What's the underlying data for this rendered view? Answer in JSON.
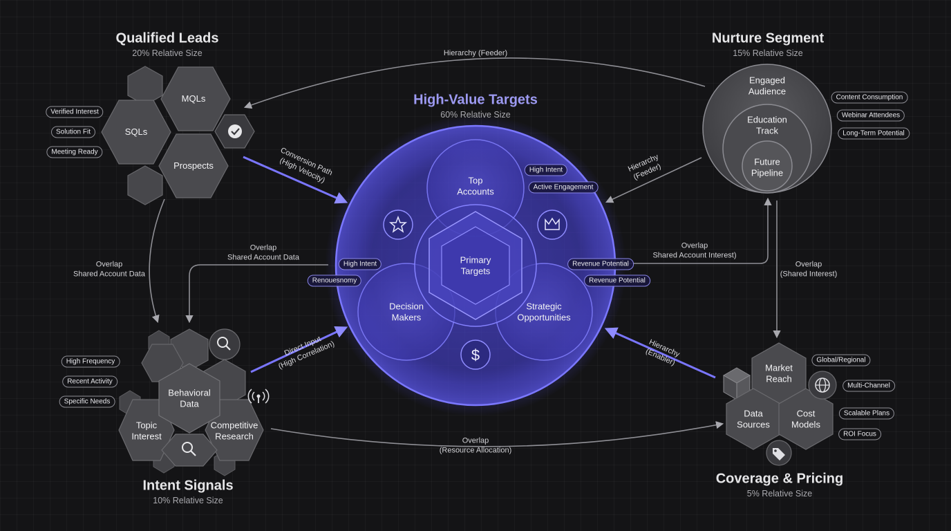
{
  "high_value": {
    "title": "High-Value Targets",
    "subtitle": "60% Relative Size",
    "nodes": {
      "top_accounts": "Top\nAccounts",
      "primary_targets": "Primary\nTargets",
      "decision_makers": "Decision\nMakers",
      "strategic": "Strategic\nOpportunities"
    },
    "tags": [
      "High Intent",
      "Active Engagement",
      "High Intent",
      "Renouesnomy",
      "Revenue Potential",
      "Revenue Potential"
    ]
  },
  "qualified_leads": {
    "title": "Qualified Leads",
    "subtitle": "20% Relative Size",
    "nodes": {
      "mqls": "MQLs",
      "sqls": "SQLs",
      "prospects": "Prospects"
    },
    "tags": [
      "Verified Interest",
      "Solution Fit",
      "Meeting Ready"
    ]
  },
  "nurture": {
    "title": "Nurture Segment",
    "subtitle": "15% Relative Size",
    "nodes": {
      "engaged": "Engaged\nAudience",
      "education": "Education\nTrack",
      "future": "Future\nPipeline"
    },
    "tags": [
      "Content Consumption",
      "Webinar Attendees",
      "Long-Term Potential"
    ]
  },
  "intent": {
    "title": "Intent Signals",
    "subtitle": "10% Relative Size",
    "nodes": {
      "behavioral": "Behavioral\nData",
      "topic": "Topic\nInterest",
      "competitive": "Competitive\nResearch"
    },
    "tags": [
      "High Frequency",
      "Recent Activity",
      "Specific Needs"
    ]
  },
  "coverage": {
    "title": "Coverage & Pricing",
    "subtitle": "5% Relative Size",
    "nodes": {
      "market": "Market\nReach",
      "data_sources": "Data\nSources",
      "cost": "Cost\nModels"
    },
    "tags": [
      "Global/Regional",
      "Multi-Channel",
      "Scalable Plans",
      "ROI Focus"
    ]
  },
  "connectors": {
    "hierarchy_feeder_top": "Hierarchy (Feeder)",
    "conversion_path": "Conversion Path\n(High Velocity)",
    "hierarchy_feeder_right": "Hierarchy\n(Feeder)",
    "overlap_left": "Overlap\nShared Account Data",
    "overlap_mid": "Overlap\nShared Account Data",
    "overlap_right": "Overlap\nShared Account Interest)",
    "overlap_shared_interest": "Overlap\n(Shared Interest)",
    "direct_input": "Direct Input\n(High Correlation)",
    "hierarchy_enabler": "Hierarchy\n(Enabler)",
    "overlap_bottom": "Overlap\n(Resource Allocation)"
  },
  "icons": [
    "check-icon",
    "star-icon",
    "crown-icon",
    "dollar-icon",
    "search-icon",
    "signal-icon",
    "globe-icon",
    "tag-icon",
    "cube-icon"
  ],
  "colors": {
    "accent": "#6f6cf0",
    "accent_text": "#9d9af2",
    "hex_fill": "#4a4a4e",
    "background": "#141416"
  }
}
